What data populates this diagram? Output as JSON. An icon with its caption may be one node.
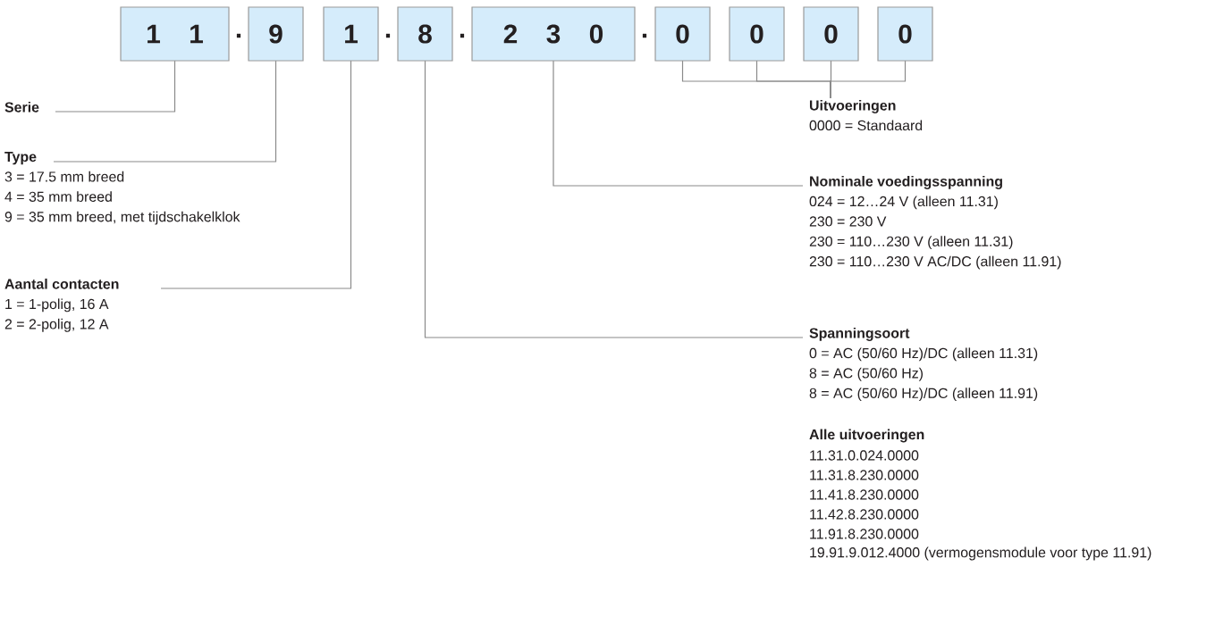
{
  "diagram": {
    "nodes": [
      {
        "text": [
          "1 1"
        ]
      },
      {
        "text": [
          "9"
        ]
      },
      {
        "text": [
          "1"
        ]
      },
      {
        "text": [
          "8"
        ]
      },
      {
        "text": [
          "2 3 0"
        ]
      },
      {
        "text": [
          "0"
        ]
      },
      {
        "text": [
          "0"
        ]
      },
      {
        "text": [
          "0"
        ]
      },
      {
        "text": [
          "0"
        ]
      },
      {
        "text": [
          "Serie"
        ]
      },
      {
        "text": [
          "Type",
          "3 = 17.5 mm breed",
          "4 = 35 mm breed",
          "9 = 35 mm breed, met tijdschakelklok"
        ]
      },
      {
        "text": [
          "Aantal contacten",
          "1 = 1-polig, 16 A",
          "2 = 2-polig, 12 A"
        ]
      },
      {
        "text": [
          "Uitvoeringen",
          "0000 = Standaard"
        ]
      },
      {
        "text": [
          "Nominale voedingsspanning",
          "024 = 12…24 V (alleen 11.31)",
          "230 = 230 V",
          "230 = 110…230 V (alleen 11.31)",
          "230 = 110…230 V AC/DC (alleen 11.91)"
        ]
      },
      {
        "text": [
          "Spanningsoort",
          "0 = AC (50/60 Hz)/DC (alleen 11.31)",
          "8 = AC (50/60 Hz)",
          "8 = AC (50/60 Hz)/DC (alleen 11.91)"
        ]
      }
    ],
    "edges": [
      {
        "from": 0,
        "to": 9,
        "arrow": "none"
      },
      {
        "from": 1,
        "to": 10,
        "arrow": "none"
      },
      {
        "from": 2,
        "to": 11,
        "arrow": "none"
      },
      {
        "from": 3,
        "to": 14,
        "arrow": "none"
      },
      {
        "from": 4,
        "to": 13,
        "arrow": "none"
      },
      {
        "from": 5,
        "to": 12,
        "arrow": "none"
      },
      {
        "from": 6,
        "to": 12,
        "arrow": "none"
      },
      {
        "from": 7,
        "to": 12,
        "arrow": "none"
      },
      {
        "from": 8,
        "to": 12,
        "arrow": "none"
      }
    ],
    "labels": [
      ".",
      ".",
      ".",
      ".",
      "Alle uitvoeringen",
      "11.31.0.024.0000",
      "11.31.8.230.0000",
      "11.41.8.230.0000",
      "11.42.8.230.0000",
      "11.91.8.230.0000",
      "19.91.9.012.4000 (vermogensmodule voor type 11.91)"
    ]
  }
}
